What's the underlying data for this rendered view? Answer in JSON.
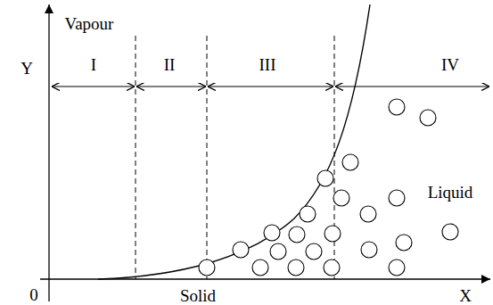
{
  "diagram": {
    "labels": [
      "Y",
      "Vapour",
      "I",
      "II",
      "III",
      "IV",
      "Liquid",
      "0",
      "Solid",
      "X"
    ]
  }
}
